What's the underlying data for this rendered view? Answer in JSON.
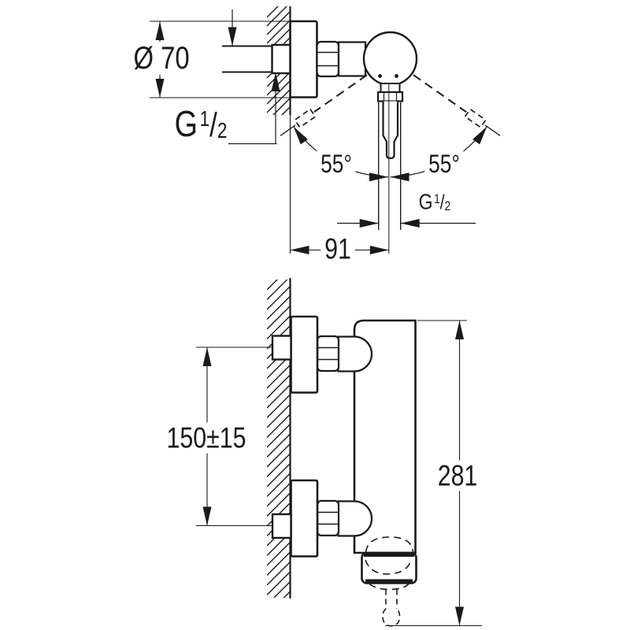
{
  "diagram": {
    "dimensions": {
      "escutcheon_diameter": "Ø 70",
      "inlet_thread": {
        "g": "G",
        "num": "1",
        "slash": "/",
        "den": "2"
      },
      "swing_angle_left": "55°",
      "swing_angle_right": "55°",
      "outlet_thread": {
        "g": "G",
        "num": "1",
        "slash": "/",
        "den": "2"
      },
      "wall_to_outlet_center": "91",
      "inlet_spacing": "150±15",
      "overall_height": "281"
    },
    "colors": {
      "line": "#1a1a1a",
      "background": "#ffffff"
    }
  }
}
